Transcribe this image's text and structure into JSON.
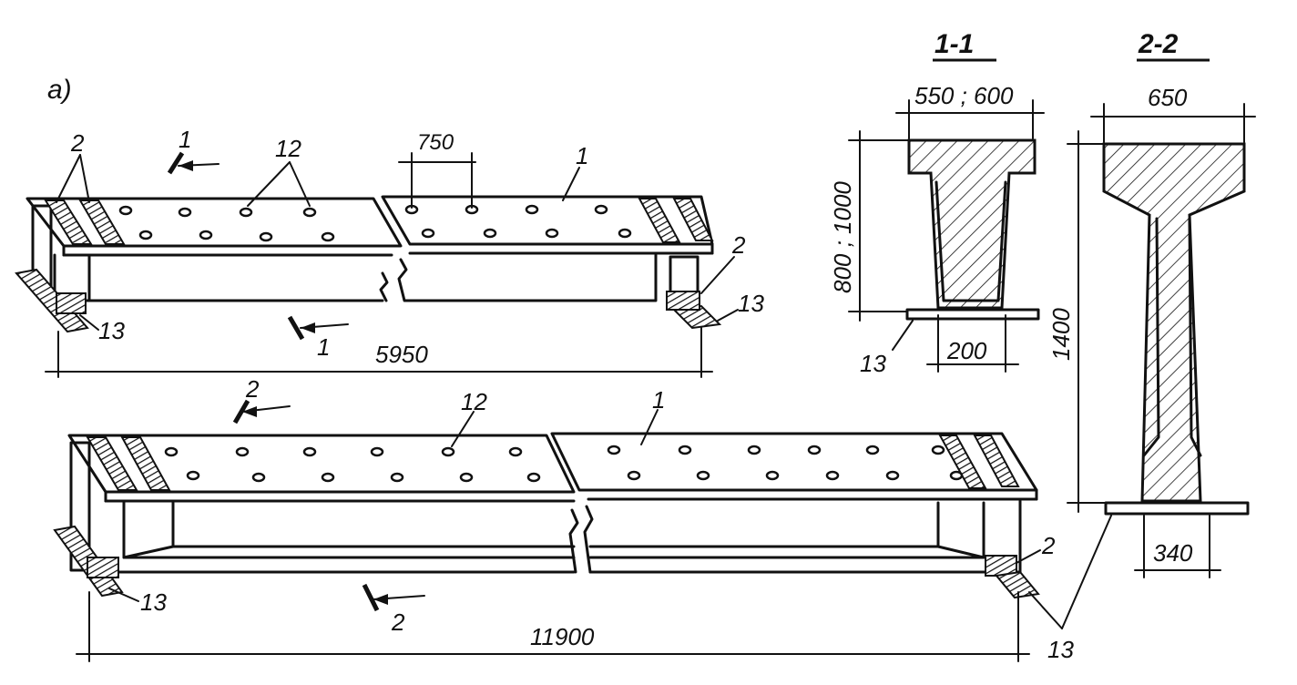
{
  "figure_label": "а)",
  "sections": {
    "section_1": "1-1",
    "section_2": "2-2"
  },
  "dimensions": {
    "spacing": "750",
    "short_length": "5950",
    "long_length": "11900",
    "sec1_width": "550 ; 600",
    "sec1_height": "800 ; 1000",
    "sec1_base": "200",
    "sec2_width": "650",
    "sec2_height": "1400",
    "sec2_base": "340"
  },
  "callouts": {
    "top_short_1": "1",
    "top_short_2": "2",
    "top_short_12": "12",
    "top_short_beam": "1",
    "top_short_2r": "2",
    "top_short_13l": "13",
    "top_short_13r": "13",
    "top_short_sec_bottom": "1",
    "bottom_long_sec_top": "2",
    "bottom_long_12": "12",
    "bottom_long_beam": "1",
    "bottom_long_2r": "2",
    "bottom_long_13l": "13",
    "bottom_long_13r": "13",
    "bottom_long_sec_bottom": "2",
    "sec1_13": "13"
  },
  "colors": {
    "ink": "#111111",
    "paper": "#ffffff"
  }
}
